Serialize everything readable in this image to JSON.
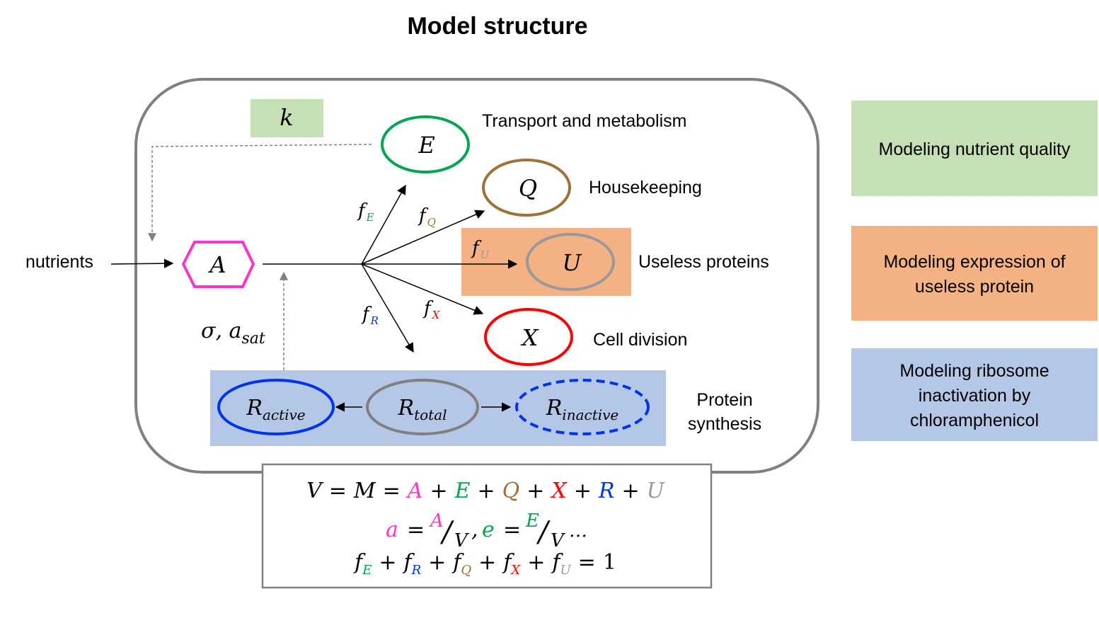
{
  "title": "Model structure",
  "colors": {
    "A": "#ff33cc",
    "E": "#00a651",
    "Q": "#a0703a",
    "U": "#999999",
    "X": "#ff0000",
    "R": "#0033ee",
    "green_panel": "#c5e0b4",
    "orange_panel": "#f4b183",
    "blue_panel": "#b4c7e7",
    "cell_border": "#808080"
  },
  "inputs": {
    "nutrients_label": "nutrients",
    "k_symbol": "k",
    "sigma_label": "σ, a",
    "sigma_subscript": "sat"
  },
  "nodes": {
    "A": "A",
    "E": "E",
    "Q": "Q",
    "U": "U",
    "X": "X",
    "R_symbol": "R",
    "R_active_sub": "active",
    "R_total_sub": "total",
    "R_inactive_sub": "inactive"
  },
  "node_labels": {
    "E": "Transport and metabolism",
    "Q": "Housekeeping",
    "U": "Useless proteins",
    "X": "Cell division",
    "R_line1": "Protein",
    "R_line2": "synthesis"
  },
  "fluxes": {
    "f": "f",
    "E": "E",
    "Q": "Q",
    "U": "U",
    "R": "R",
    "X": "X"
  },
  "legend": {
    "green": "Modeling nutrient quality",
    "orange_line1": "Modeling expression of",
    "orange_line2": "useless protein",
    "blue_line1": "Modeling ribosome",
    "blue_line2": "inactivation by",
    "blue_line3": "chloramphenicol"
  },
  "equations": {
    "V": "V",
    "M": "M",
    "eq": "=",
    "plus": "+",
    "A": "A",
    "E": "E",
    "Q": "Q",
    "X": "X",
    "R": "R",
    "U": "U",
    "a": "a",
    "e": "e",
    "slash": "/",
    "comma": ",",
    "ellipsis": "…",
    "f": "f",
    "one": "1"
  }
}
